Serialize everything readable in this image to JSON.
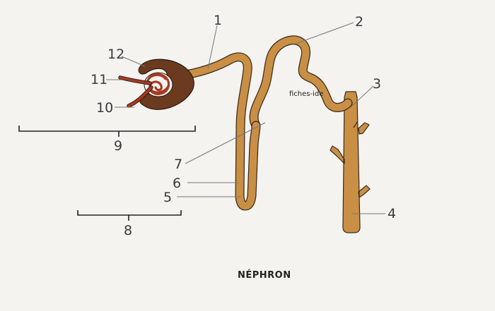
{
  "title": "NÉPHRON",
  "watermark": "fiches-ide",
  "labels": [
    "1",
    "2",
    "3",
    "4",
    "5",
    "6",
    "7",
    "8",
    "9",
    "10",
    "11",
    "12"
  ],
  "colors": {
    "background": "#f4f3f0",
    "tubule": "#c98f45",
    "capsule": "#6b3a1f",
    "vessel": "#a83a22",
    "outline": "#3b2a1a"
  }
}
